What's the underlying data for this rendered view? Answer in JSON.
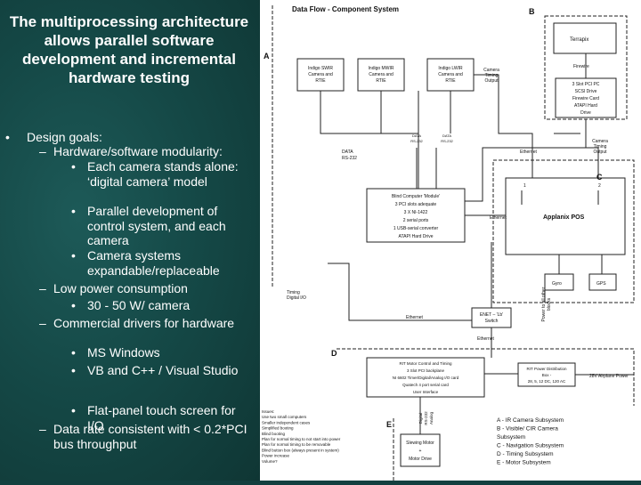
{
  "slide": {
    "title": "The multiprocessing architecture allows parallel software development and incremental hardware testing",
    "bullets": [
      {
        "level": 1,
        "marker": "•",
        "text": "Design goals:"
      },
      {
        "level": 2,
        "marker": "–",
        "text": "Hardware/software modularity:"
      },
      {
        "level": 3,
        "marker": "•",
        "text": "Each camera stands alone: ‘digital camera’ model"
      },
      {
        "level": 3,
        "marker": "•",
        "text": "Parallel development of control system, and each camera"
      },
      {
        "level": 3,
        "marker": "•",
        "text": "Camera systems expandable/replaceable"
      },
      {
        "level": 2,
        "marker": "–",
        "text": "Low power consumption"
      },
      {
        "level": 3,
        "marker": "•",
        "text": "30 - 50 W/ camera"
      },
      {
        "level": 2,
        "marker": "–",
        "text": "Commercial drivers for hardware"
      },
      {
        "level": 3,
        "marker": "•",
        "text": "MS Windows"
      },
      {
        "level": 3,
        "marker": "•",
        "text": "VB and C++ / Visual Studio"
      },
      {
        "level": 3,
        "marker": "•",
        "text": "Flat-panel touch screen for I/O"
      },
      {
        "level": 2,
        "marker": "–",
        "text": "Data rate consistent with < 0.2*PCI bus throughput"
      }
    ]
  },
  "diagram": {
    "title": "Data Flow - Component System",
    "section_letters": {
      "a": "A",
      "b": "B",
      "c": "C",
      "d": "D",
      "e": "E"
    },
    "terrapix": "Terrapix",
    "firewire": "Firewire",
    "terrapix_pc": [
      "3 Slot PCI PC",
      "SCSI Drive",
      "Firewire Card",
      "ATAPI Hard",
      "Drive"
    ],
    "cameras": [
      [
        "Indigo SWIR",
        "Camera and",
        "RTIE"
      ],
      [
        "Indigo MWIR",
        "Camera and",
        "RTIE"
      ],
      [
        "Indigo LWIR",
        "Camera and",
        "RTIE"
      ]
    ],
    "camera_timing_output_1": [
      "Camera",
      "Timing",
      "Output"
    ],
    "camera_timing_output_2": [
      "Camera",
      "Timing",
      "Output"
    ],
    "ethernet_1": "Ethernet",
    "ethernet_2": "Ethernet",
    "ethernet_3": "Ethernet",
    "ethernet_4": "Ethernet",
    "data_rs232": [
      "DATA",
      "RS-232"
    ],
    "data_rs232_small_1": [
      "DATA",
      "RS-232"
    ],
    "data_rs232_small_2": [
      "DATA",
      "RS-232"
    ],
    "blind_computer": [
      "Blind Computer 'Module'",
      "3 PCI slots adequate",
      "3 X NI-1422",
      "2 serial ports",
      "1 USB-serial converter",
      "ATAPI Hard Drive"
    ],
    "applanix": "Applanix POS",
    "applanix_ports": [
      "1",
      "2"
    ],
    "gyro": "Gyro",
    "gps": "GPS",
    "timing_digital_io": [
      "Timing",
      "Digital I/O"
    ],
    "enet_switch": [
      "ENET – 'Lb'",
      "Switch"
    ],
    "power_note": [
      "Power to all other",
      "blocks"
    ],
    "rit_box": [
      "RIT Motor Control and Timing",
      "3 Slot PCI backplane",
      "NI 6602 Timer/Digital/Analog I/O card",
      "Quatech 4 port serial card",
      "User Interface"
    ],
    "rit_power": [
      "RIT Power Distribution",
      "Box -",
      "28, 5, 12 DC, 120 AC"
    ],
    "airplane_power": "28V Airplane Power",
    "digital_rs232": [
      "Digital",
      "RS-232",
      "Analog"
    ],
    "notes": [
      "Issues:",
      "Use two small computers",
      "Smaller independent cases",
      "Simplified booting",
      "Blind booting",
      "Plan for normal timing to not start into power",
      "Plan for normal timing to be removable",
      "Blind button box (always present in system)",
      "Power increase",
      "Volume?"
    ],
    "slewing_motor": [
      "Slewing Motor",
      "+",
      "Motor Drive"
    ],
    "legend": [
      "A - IR Camera Subsystem",
      "B - Visible/ CIR Camera",
      "Subsystem",
      "C - Navigation Subsystem",
      "D - Timing Subsystem",
      "E - Motor Subsystem"
    ]
  }
}
